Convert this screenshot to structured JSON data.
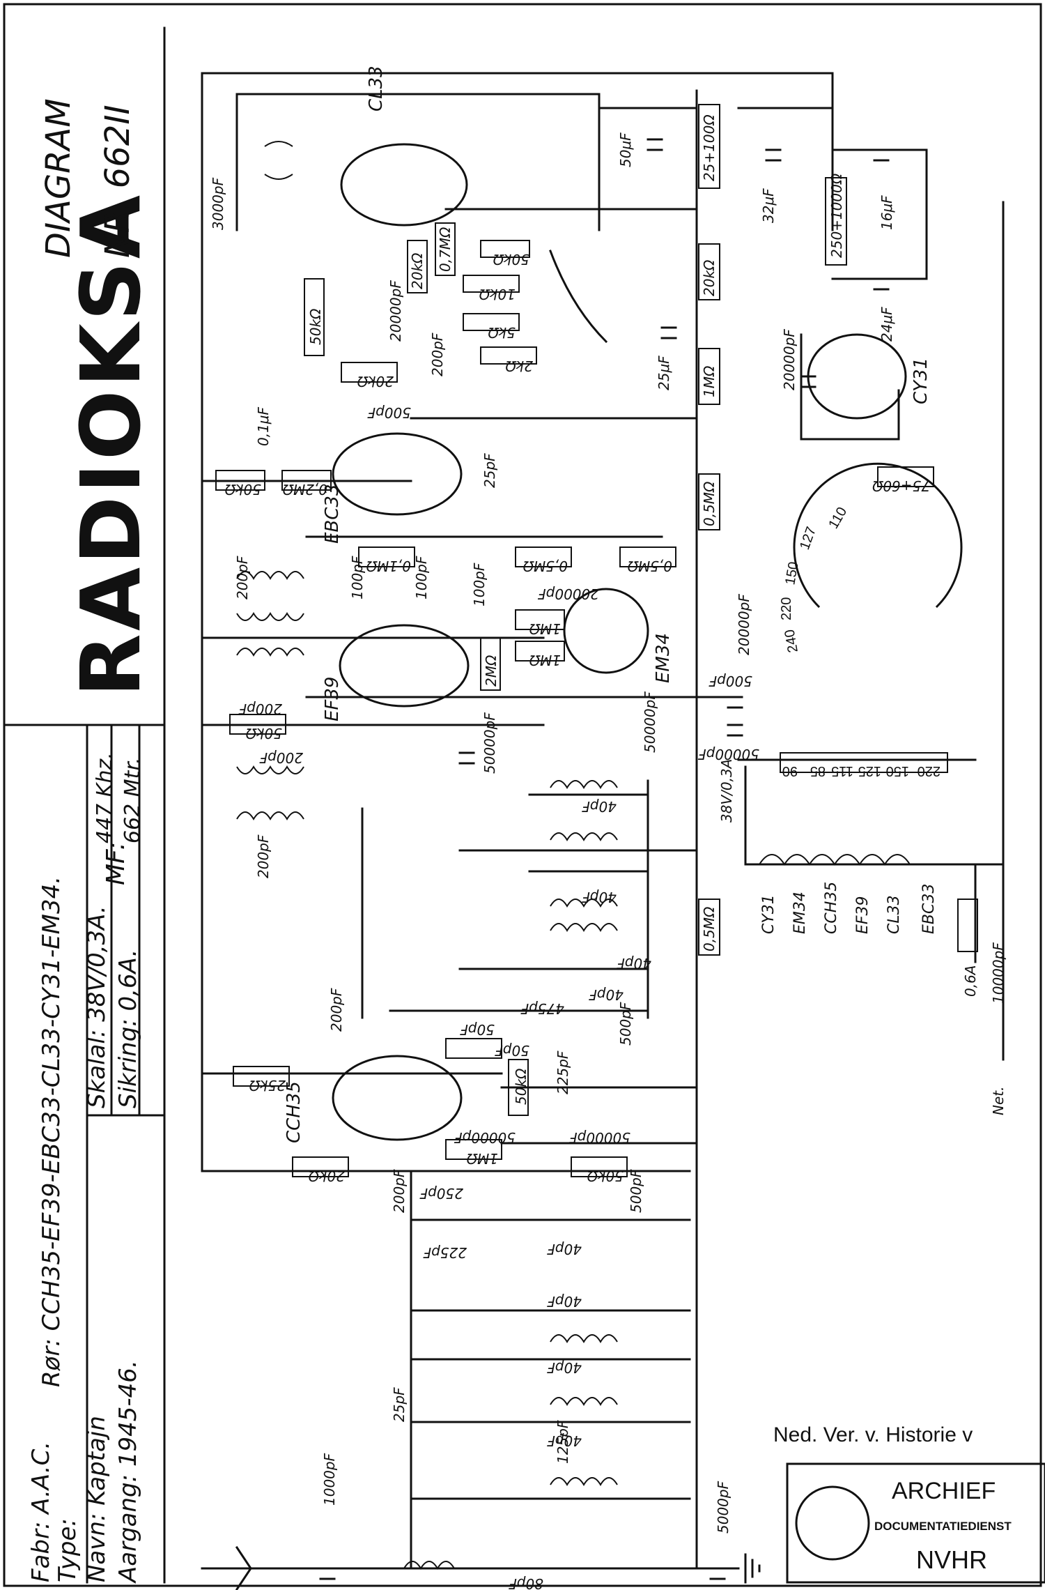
{
  "header": {
    "brand": "RADIOKSA",
    "diagram_word": "DIAGRAM",
    "diagram_number": "NR. 662II",
    "tubes_line": "Rør: CCH35-EF39-EBC33-CL33-CY31-EM34.",
    "scale_lamp": "Skalal: 38V/0,3A.",
    "fuse": "Sikring: 0,6A.",
    "mf_label": "MF:",
    "mf_freq": "447 Khz.",
    "mf_wave": "662 Mtr.",
    "maker": "Fabr: A.A.C.",
    "type": "Type:",
    "name": "Navn: Kaptajn",
    "year": "Aargang: 1945-46."
  },
  "tubes": {
    "output": "CL33",
    "rectifier": "CY31",
    "detector": "EBC33",
    "if_amp": "EF39",
    "tuning_eye": "EM34",
    "mixer": "CCH35"
  },
  "components": {
    "c_3000": "3000pF",
    "c_50uf": "50μF",
    "c_32uf": "32μF",
    "c_16uf": "16μF",
    "c_24uf": "24μF",
    "c_25uf": "25μF",
    "r_25_100": "25+100Ω",
    "r_250_1000": "250+1000Ω",
    "r_50k_a": "50kΩ",
    "r_20k_a": "20kΩ",
    "r_07m": "0,7MΩ",
    "r_50k_b": "50kΩ",
    "r_10k": "10kΩ",
    "r_5k": "5kΩ",
    "r_2k": "2kΩ",
    "r_20k_b": "20kΩ",
    "c_20000_a": "20000pF",
    "c_200_a": "200pF",
    "r_20k_c": "20kΩ",
    "r_1m_a": "1MΩ",
    "c_20000_b": "20000pF",
    "c_500_a": "500pF",
    "c_01uf": "0,1μF",
    "r_50k_c": "50kΩ",
    "r_02m": "0,2MΩ",
    "c_25pf": "25pF",
    "r_05m_a": "0,5MΩ",
    "r_75_60": "75+60Ω",
    "r_01m": "0,1MΩ",
    "c_100_a": "100pF",
    "c_100_b": "100pF",
    "r_05m_b": "0,5MΩ",
    "r_05m_c": "0,5MΩ",
    "c_200_b": "200pF",
    "c_20000_c": "20000pF",
    "c_100_c": "100pF",
    "r_1m_b": "1MΩ",
    "r_1m_c": "1MΩ",
    "r_2m": "2MΩ",
    "c_20000_d": "20000pF",
    "c_500_b": "500pF",
    "c_200_c": "200pF",
    "r_50k_d": "50kΩ",
    "c_50000_a": "50000pF",
    "c_50000_b": "50000pF",
    "c_50000_c": "50000pF",
    "c_200_d": "200pF",
    "c_200_e": "200pF",
    "c_40_a": "40pF",
    "c_40_b": "40pF",
    "c_40_c": "40pF",
    "c_40_d": "40pF",
    "c_475": "475pF",
    "c_500_c": "500pF",
    "c_50_a": "50pF",
    "c_50_b": "50pF",
    "c_225_a": "225pF",
    "r_50k_e": "50kΩ",
    "c_200_f": "200pF",
    "r_25k": "25kΩ",
    "r_05m_d": "0,5MΩ",
    "c_50000_d": "50000pF",
    "c_50000_e": "50000pF",
    "r_1m_d": "1MΩ",
    "r_50k_f": "50kΩ",
    "r_20k_d": "20kΩ",
    "c_200_g": "200pF",
    "c_250": "250pF",
    "c_225_b": "225pF",
    "c_500_d": "500pF",
    "c_40_e": "40pF",
    "c_40_f": "40pF",
    "c_40_g": "40pF",
    "c_40_h": "40pF",
    "c_25pf_b": "25pF",
    "c_125": "125pF",
    "c_1000": "1000pF",
    "c_80": "80pF",
    "c_5000": "5000pF",
    "c_10000": "10000pF",
    "lamp": "38V/0,3A",
    "fuse_val": "0,6A",
    "mains": "Net."
  },
  "voltage_taps": [
    "90",
    "85",
    "115",
    "125",
    "150",
    "220"
  ],
  "selector_labels": [
    "110",
    "127",
    "150",
    "220",
    "240"
  ],
  "heater_chain": [
    "CY31",
    "EM34",
    "CCH35",
    "EF39",
    "CL33",
    "EBC33"
  ],
  "stamp": {
    "org": "Ned. Ver. v. Historie v",
    "archive": "ARCHIEF",
    "service": "DOCUMENTATIEDIENST",
    "abbr": "NVHR"
  }
}
